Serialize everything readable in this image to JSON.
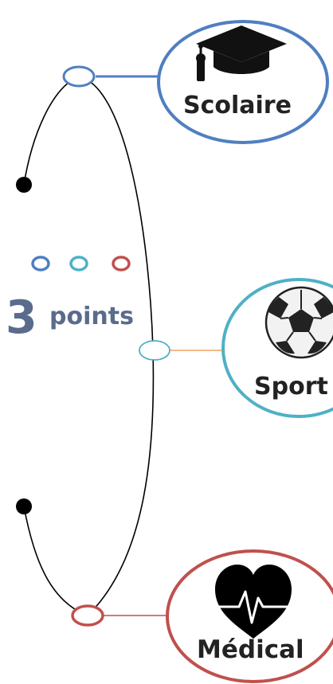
{
  "topics": [
    {
      "label": "Scolaire",
      "icon": "graduation-cap-icon",
      "color": "#4f7fc0"
    },
    {
      "label": "Sport",
      "icon": "soccer-ball-icon",
      "color": "#4fb0c6"
    },
    {
      "label": "Médical",
      "icon": "heart-pulse-icon",
      "color": "#c0504d"
    }
  ],
  "summary": {
    "number": "3",
    "word": "points"
  },
  "colors": {
    "line": "#000000",
    "sport_connector": "#f0a060"
  }
}
